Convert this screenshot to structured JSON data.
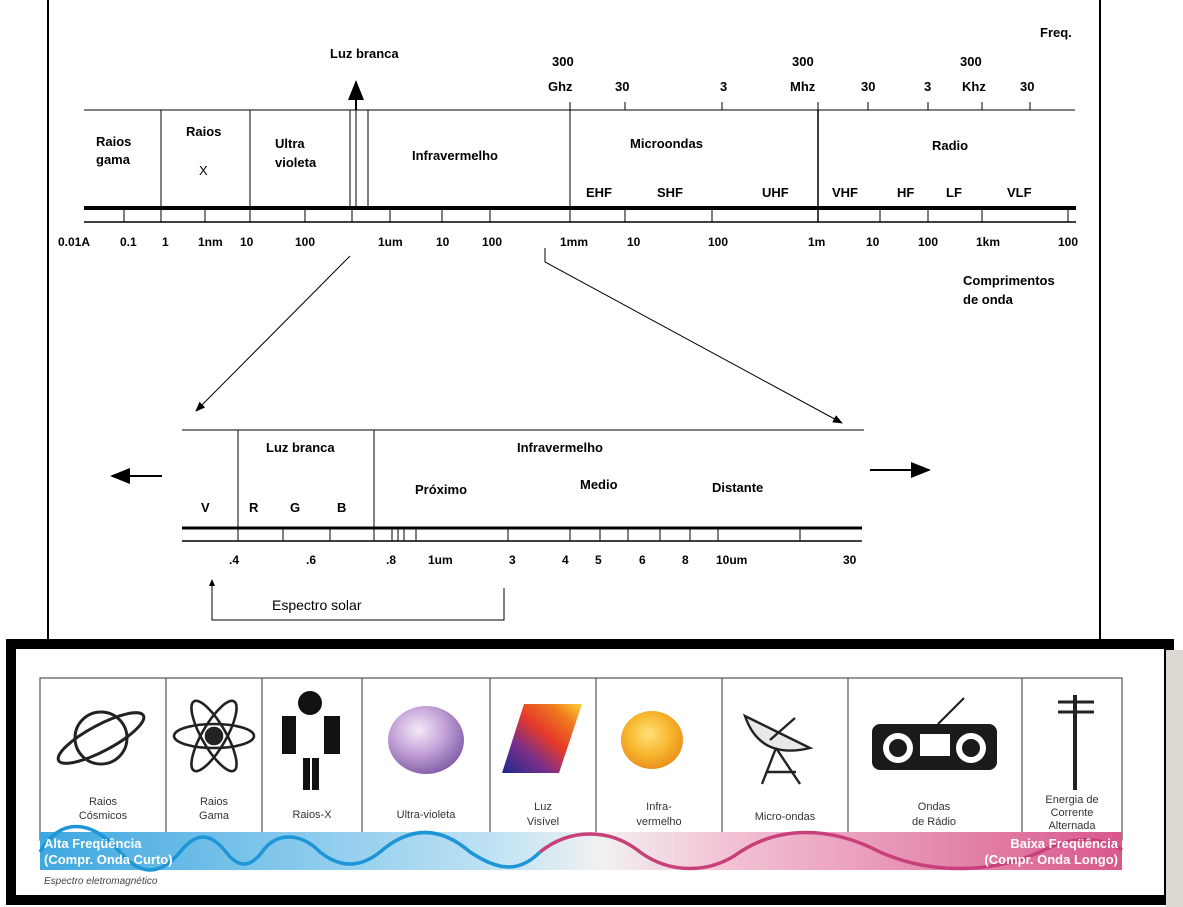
{
  "freq_scale": {
    "title": "Freq.",
    "top_values": [
      "300",
      "300",
      "300"
    ],
    "labels": [
      "Ghz",
      "30",
      "3",
      "Mhz",
      "30",
      "3",
      "Khz",
      "30"
    ],
    "luz_branca": "Luz branca"
  },
  "regions": [
    {
      "line1": "Raios",
      "line2": "gama"
    },
    {
      "line1": "Raios",
      "line2": "X"
    },
    {
      "line1": "Ultra",
      "line2": "violeta"
    },
    {
      "line1": "Infravermelho",
      "line2": ""
    },
    {
      "line1": "Microondas",
      "line2": ""
    },
    {
      "line1": "Radio",
      "line2": ""
    }
  ],
  "bands": [
    "EHF",
    "SHF",
    "UHF",
    "VHF",
    "HF",
    "LF",
    "VLF"
  ],
  "wavelength_ticks": [
    "0.01A",
    "0.1",
    "1",
    "1nm",
    "10",
    "100",
    "1um",
    "10",
    "100",
    "1mm",
    "10",
    "100",
    "1m",
    "10",
    "100",
    "1km",
    "100"
  ],
  "wavelength_caption": {
    "line1": "Comprimentos",
    "line2": "de onda"
  },
  "zoom": {
    "luz_branca": "Luz branca",
    "infravermelho": "Infravermelho",
    "colors": [
      "V",
      "R",
      "G",
      "B"
    ],
    "ir_parts": [
      "Próximo",
      "Medio",
      "Distante"
    ],
    "ticks": [
      ".4",
      ".6",
      ".8",
      "1um",
      "3",
      "4",
      "5",
      "6",
      "8",
      "10um",
      "30"
    ],
    "solar": "Espectro  solar"
  },
  "bottom": {
    "items": [
      {
        "icon": "planet-icon",
        "l1": "Raios",
        "l2": "Cósmicos",
        "l3": ""
      },
      {
        "icon": "atom-icon",
        "l1": "Raios",
        "l2": "Gama",
        "l3": ""
      },
      {
        "icon": "person-xray-icon",
        "l1": "Raios-X",
        "l2": "",
        "l3": ""
      },
      {
        "icon": "purple-sphere-icon",
        "l1": "Ultra-violeta",
        "l2": "",
        "l3": ""
      },
      {
        "icon": "rainbow-prism-icon",
        "l1": "Luz",
        "l2": "Visível",
        "l3": ""
      },
      {
        "icon": "orange-sun-icon",
        "l1": "Infra-",
        "l2": "vermelho",
        "l3": ""
      },
      {
        "icon": "satellite-dish-icon",
        "l1": "Micro-ondas",
        "l2": "",
        "l3": ""
      },
      {
        "icon": "radio-icon",
        "l1": "Ondas",
        "l2": "de Rádio",
        "l3": ""
      },
      {
        "icon": "power-pole-icon",
        "l1": "Energia de",
        "l2": "Corrente",
        "l3": "Alternada"
      }
    ],
    "alta": {
      "line1": "Alta Freqüência",
      "line2": "(Compr. Onda Curto)"
    },
    "baixa": {
      "line1": "Baixa Freqüência",
      "line2": "(Compr. Onda Longo)"
    },
    "caption": "Espectro eletromagnético",
    "colors": {
      "blue": "#1f97d8",
      "pink": "#c8407a"
    }
  }
}
